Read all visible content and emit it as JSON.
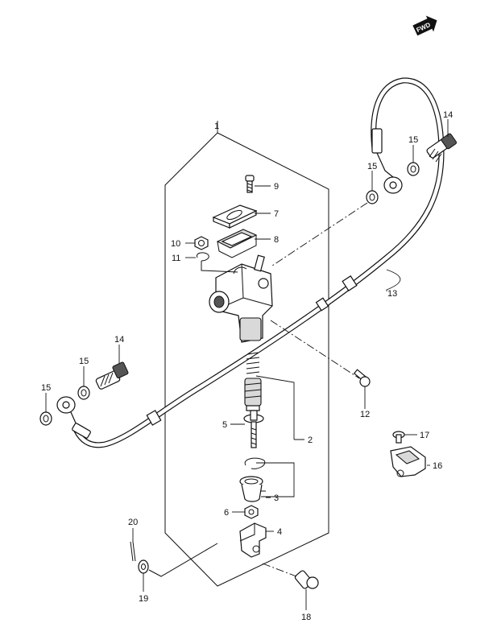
{
  "fwd_badge": "FWD",
  "callouts": [
    "1",
    "2",
    "3",
    "4",
    "5",
    "6",
    "7",
    "8",
    "9",
    "10",
    "11",
    "12",
    "13",
    "14",
    "14",
    "15",
    "15",
    "15",
    "15",
    "16",
    "17",
    "18",
    "19",
    "20"
  ],
  "colors": {
    "ink": "#111111",
    "paper": "#ffffff",
    "shade": "#d9d9d9"
  }
}
